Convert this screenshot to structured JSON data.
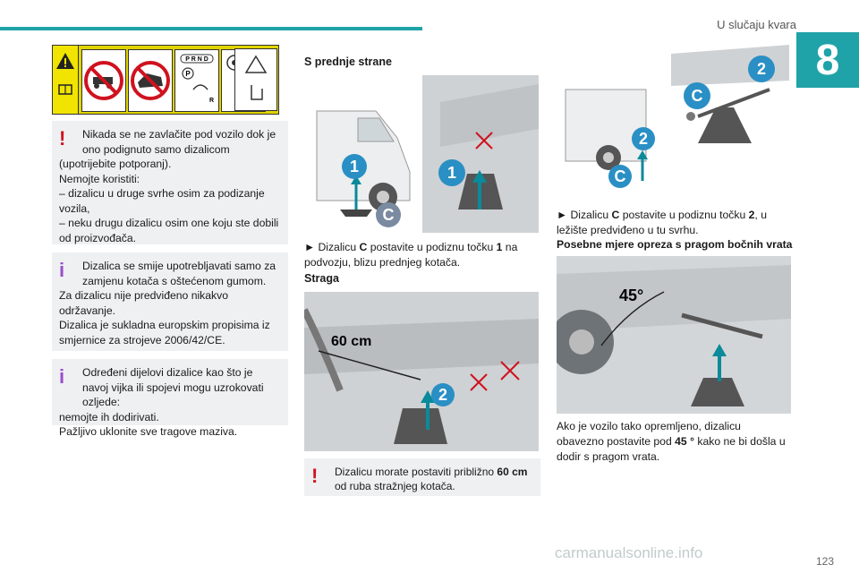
{
  "header": {
    "section": "U slučaju kvara",
    "chapter": "8"
  },
  "page_number": "123",
  "watermark": "carmanualsonline.info",
  "warning_panel": {
    "gear_labels": "P R N D",
    "park_label": "P",
    "reverse_label": "R"
  },
  "notes": [
    {
      "type": "warning",
      "first_line": "Nikada se ne zavlačite pod vozilo dok je ono podignuto samo dizalicom",
      "lines": [
        "(upotrijebite potporanj).",
        "Nemojte koristiti:",
        "– dizalicu u druge svrhe osim za podizanje vozila,",
        "– neku drugu dizalicu osim one koju ste dobili od proizvođača."
      ]
    },
    {
      "type": "info",
      "first_line": "Dizalica se smije upotrebljavati samo za zamjenu kotača s oštećenom gumom.",
      "lines": [
        "Za dizalicu nije predviđeno nikakvo održavanje.",
        "Dizalica je sukladna europskim propisima iz smjernice za strojeve 2006/42/CE."
      ]
    },
    {
      "type": "info",
      "first_line": "Određeni dijelovi dizalice kao što je navoj vijka ili spojevi mogu uzrokovati ozljede:",
      "lines": [
        "nemojte ih dodirivati.",
        "Pažljivo uklonite sve tragove maziva."
      ]
    }
  ],
  "middle": {
    "front_title": "S prednje strane",
    "front_text_pre": "► Dizalicu ",
    "front_text_c": "C",
    "front_text_mid": " postavite u podiznu točku ",
    "front_text_1": "1",
    "front_text_post": " na podvozju, blizu prednjeg kotača.",
    "rear_title": "Straga",
    "distance_label": "60 cm",
    "rear_note_pre": "Dizalicu morate postaviti približno ",
    "rear_note_bold": "60 cm",
    "rear_note_post": " od ruba stražnjeg kotača."
  },
  "right": {
    "text_pre": "► Dizalicu ",
    "text_c": "C",
    "text_mid": " postavite u podiznu točku ",
    "text_2": "2",
    "text_post": ", u ležište predviđeno u tu svrhu.",
    "subtitle": "Posebne mjere opreza s pragom bočnih vrata",
    "angle_label": "45°",
    "text2_pre": "Ako je vozilo tako opremljeno, dizalicu obavezno postavite pod ",
    "text2_bold": "45 °",
    "text2_post": " kako ne bi došla u dodir s pragom vrata."
  },
  "callouts": {
    "one": "1",
    "two": "2",
    "c": "C"
  },
  "colors": {
    "accent": "#1fa3a8",
    "warning": "#d0121f",
    "info": "#9a4ecb",
    "callout_blue": "#2a8fc4",
    "callout_grey": "#7a8aa0"
  }
}
